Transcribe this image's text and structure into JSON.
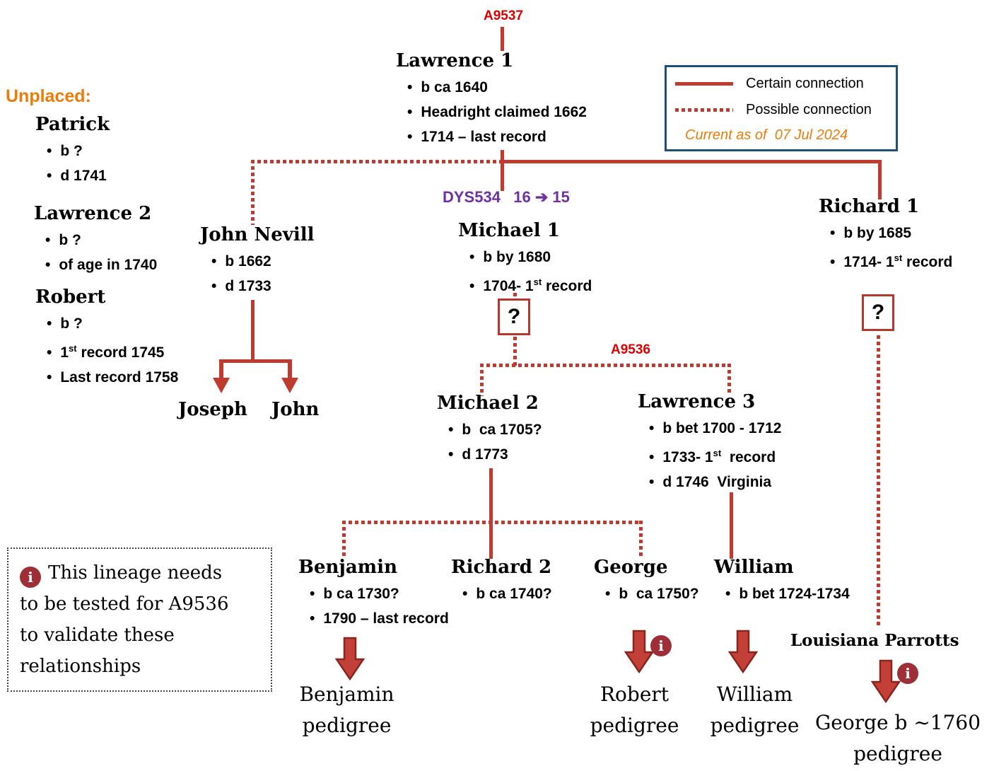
{
  "colors": {
    "connector_red": "#BF3B2F",
    "haplogroup_label_red": "#DD0000",
    "orange_accent": "#EE7B08",
    "dys_purple": "#7030A0",
    "legend_border_blue": "#1F4E79",
    "info_icon_maroon": "#9E2F38"
  },
  "labels": {
    "a9537": "A9537",
    "a9536": "A9536",
    "dys534": "DYS534   16 ➔ 15",
    "question_mark": "?",
    "info_glyph": "i",
    "unplaced_heading": "Unplaced:",
    "louisiana": "Louisiana Parrotts"
  },
  "legend": {
    "certain": "Certain connection",
    "possible": "Possible connection",
    "current": "Current as of  07 Jul 2024"
  },
  "unplaced": {
    "patrick": {
      "name": "Patrick",
      "b1": "b ?",
      "b2": "d 1741"
    },
    "lawrence2": {
      "name": "Lawrence 2",
      "b1": "b ?",
      "b2": "of age in 1740"
    },
    "robert": {
      "name": "Robert",
      "b1": "b ?",
      "b2_pre": "1",
      "b2_sup": "st",
      "b2_post": " record 1745",
      "b3": "Last record 1758"
    }
  },
  "nodes": {
    "lawrence1": {
      "name": "Lawrence 1",
      "b1": "b ca 1640",
      "b2": "Headright claimed 1662",
      "b3": "1714 – last record"
    },
    "john_nevill": {
      "name": "John Nevill",
      "b1": "b 1662",
      "b2": "d 1733",
      "child1": "Joseph",
      "child2": "John"
    },
    "michael1": {
      "name": "Michael 1",
      "b1": "b by 1680",
      "b2_pre": "1704- 1",
      "b2_sup": "st",
      "b2_post": " record"
    },
    "richard1": {
      "name": "Richard 1",
      "b1": "b by 1685",
      "b2_pre": "1714- 1",
      "b2_sup": "st",
      "b2_post": " record"
    },
    "michael2": {
      "name": "Michael 2",
      "b1": "b  ca 1705?",
      "b2": "d 1773"
    },
    "lawrence3": {
      "name": "Lawrence 3",
      "b1": "b bet 1700 - 1712",
      "b2_pre": "1733- 1",
      "b2_sup": "st",
      "b2_post": "  record",
      "b3": "d 1746  Virginia"
    },
    "benjamin": {
      "name": "Benjamin",
      "b1": "b ca 1730?",
      "b2": "1790 – last record"
    },
    "richard2": {
      "name": "Richard 2",
      "b1": "b ca 1740?"
    },
    "george": {
      "name": "George",
      "b1": "b  ca 1750?"
    },
    "william": {
      "name": "William",
      "b1": "b bet 1724-1734"
    }
  },
  "pedigrees": {
    "benjamin": {
      "l1": "Benjamin",
      "l2": "pedigree"
    },
    "robert": {
      "l1": "Robert",
      "l2": "pedigree"
    },
    "william": {
      "l1": "William",
      "l2": "pedigree"
    },
    "george": {
      "l1": "George b ~1760",
      "l2": "pedigree"
    }
  },
  "note": {
    "l1": "This lineage needs",
    "l2": "to be tested for A9536",
    "l3": "to validate these",
    "l4": "relationships"
  }
}
